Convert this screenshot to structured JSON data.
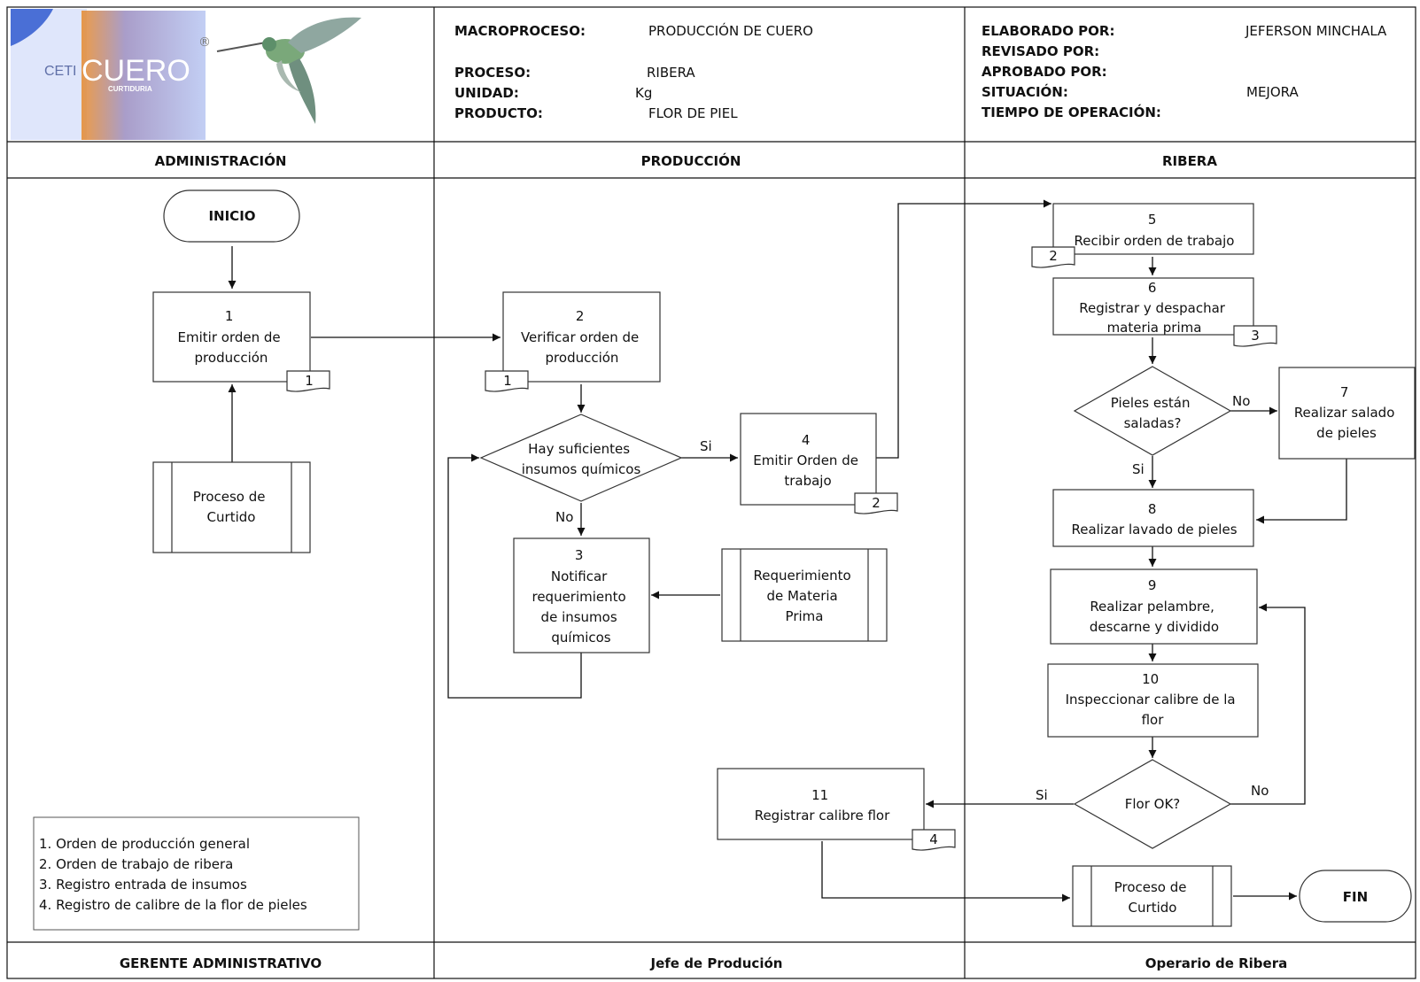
{
  "header": {
    "logo": {
      "brand_prefix": "CETI",
      "brand_name": "CUERO",
      "brand_sub": "CURTIDURIA",
      "registered_mark": "®",
      "colors": {
        "blue": "#4a6fd6",
        "purple": "#9a8cc0",
        "orange": "#e88a2a",
        "sky": "#dfe6fb"
      }
    },
    "macroproceso_label": "MACROPROCESO:",
    "macroproceso_value": "PRODUCCIÓN DE CUERO",
    "proceso_label": "PROCESO:",
    "proceso_value": "RIBERA",
    "unidad_label": "UNIDAD:",
    "unidad_value": "Kg",
    "producto_label": "PRODUCTO:",
    "producto_value": "FLOR DE PIEL",
    "elaborado_label": "ELABORADO POR:",
    "elaborado_value": "JEFERSON MINCHALA",
    "revisado_label": "REVISADO POR:",
    "aprobado_label": "APROBADO POR:",
    "situacion_label": "SITUACIÓN:",
    "situacion_value": "MEJORA",
    "tiempo_label": "TIEMPO DE OPERACIÓN:"
  },
  "lanes": {
    "admin": "ADMINISTRACIÓN",
    "produccion": "PRODUCCIÓN",
    "ribera": "RIBERA"
  },
  "roles": {
    "admin": "GERENTE ADMINISTRATIVO",
    "produccion": "Jefe de Produción",
    "ribera": "Operario de Ribera"
  },
  "nodes": {
    "inicio": "INICIO",
    "fin": "FIN",
    "n1": {
      "num": "1",
      "lines": [
        "Emitir orden de",
        "producción"
      ],
      "doc": "1"
    },
    "proc_curtido_1": {
      "lines": [
        "Proceso de",
        "Curtido"
      ]
    },
    "n2": {
      "num": "2",
      "lines": [
        "Verificar orden de",
        "producción"
      ],
      "doc": "1"
    },
    "d1": {
      "lines": [
        "Hay suficientes",
        "insumos químicos"
      ],
      "yes": "Si",
      "no": "No"
    },
    "n3": {
      "num": "3",
      "lines": [
        "Notificar",
        "requerimiento",
        "de insumos",
        "químicos"
      ]
    },
    "req_mp": {
      "lines": [
        "Requerimiento",
        "de  Materia",
        "Prima"
      ]
    },
    "n4": {
      "num": "4",
      "lines": [
        "Emitir Orden de",
        "trabajo"
      ],
      "doc": "2"
    },
    "n5": {
      "num": "5",
      "lines": [
        "Recibir orden de trabajo"
      ],
      "doc": "2"
    },
    "n6": {
      "num": "6",
      "lines": [
        "Registrar y despachar",
        "materia prima"
      ],
      "doc": "3"
    },
    "d2": {
      "lines": [
        "Pieles están",
        "saladas?"
      ],
      "yes": "Si",
      "no": "No"
    },
    "n7": {
      "num": "7",
      "lines": [
        "Realizar salado",
        "de pieles"
      ]
    },
    "n8": {
      "num": "8",
      "lines": [
        "Realizar lavado de pieles"
      ]
    },
    "n9": {
      "num": "9",
      "lines": [
        "Realizar pelambre,",
        "descarne y dividido"
      ]
    },
    "n10": {
      "num": "10",
      "lines": [
        "Inspeccionar calibre de la",
        "flor"
      ]
    },
    "d3": {
      "lines": [
        "Flor OK?"
      ],
      "yes": "Si",
      "no": "No"
    },
    "n11": {
      "num": "11",
      "lines": [
        "Registrar calibre flor"
      ],
      "doc": "4"
    },
    "proc_curtido_2": {
      "lines": [
        "Proceso de",
        "Curtido"
      ]
    }
  },
  "legend": [
    "1. Orden de producción general",
    "2. Orden de trabajo de ribera",
    "3. Registro entrada de insumos",
    "4. Registro de calibre de la flor de pieles"
  ]
}
